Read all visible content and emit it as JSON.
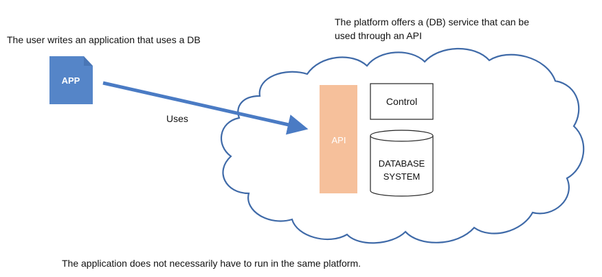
{
  "captions": {
    "user": "The user writes an application that uses a DB",
    "platform_line1": "The platform offers a (DB) service that can be",
    "platform_line2": "used through an API",
    "uses": "Uses",
    "footer": "The application does not necessarily have to run in the same platform."
  },
  "nodes": {
    "app": "APP",
    "api": "API",
    "control": "Control",
    "database_line1": "DATABASE",
    "database_line2": "SYSTEM"
  },
  "colors": {
    "app_fill": "#5585c8",
    "arrow": "#4a7bc4",
    "api_fill": "#f6c09b",
    "cloud_stroke": "#3f6aa8",
    "box_stroke": "#222222"
  },
  "icons": {
    "app": "document-icon",
    "database": "cylinder-icon",
    "platform": "cloud-icon",
    "uses": "arrow-icon"
  }
}
